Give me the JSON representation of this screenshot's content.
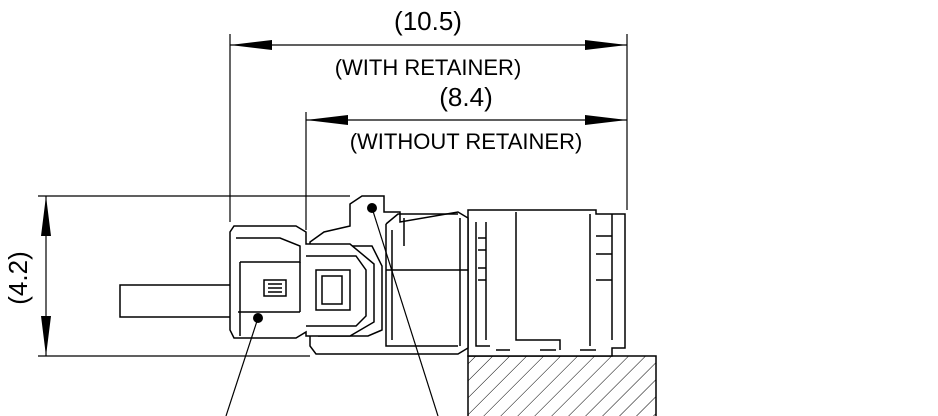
{
  "dimensions": {
    "with_retainer": {
      "value": "(10.5)",
      "caption": "(WITH RETAINER)"
    },
    "without_retainer": {
      "value": "(8.4)",
      "caption": "(WITHOUT RETAINER)"
    },
    "height": {
      "value": "(4.2)"
    }
  }
}
